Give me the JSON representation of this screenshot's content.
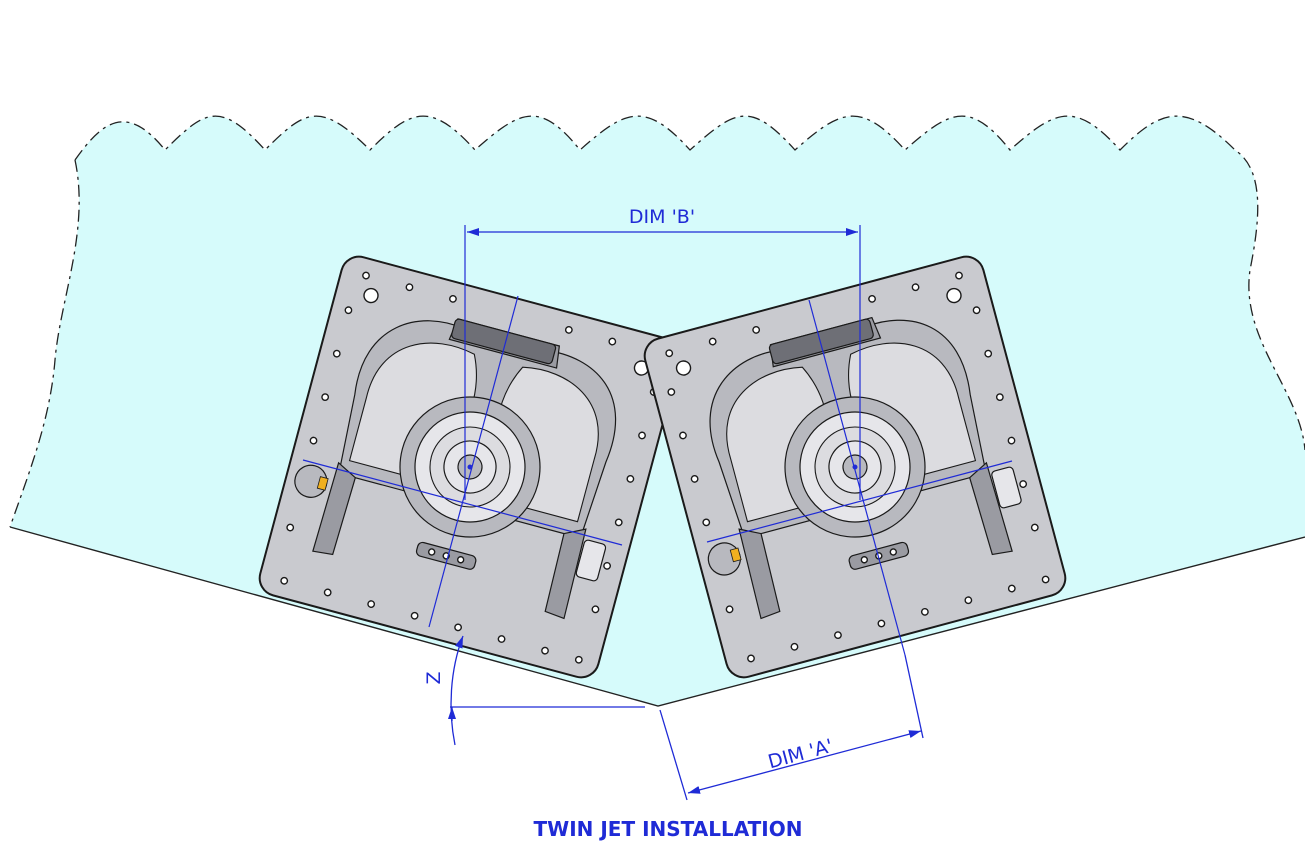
{
  "drawing": {
    "dim_b_label": "DIM 'B'",
    "dim_a_label": "DIM 'A'",
    "angle_label": "Z",
    "caption": "TWIN JET INSTALLATION",
    "colors": {
      "dimension_blue": "#1f2bd6",
      "hull_fill": "#d6fbfb",
      "plate_grey": "#c9cacf"
    },
    "icons": [
      "port-jet-unit-icon",
      "starboard-jet-unit-icon"
    ]
  }
}
